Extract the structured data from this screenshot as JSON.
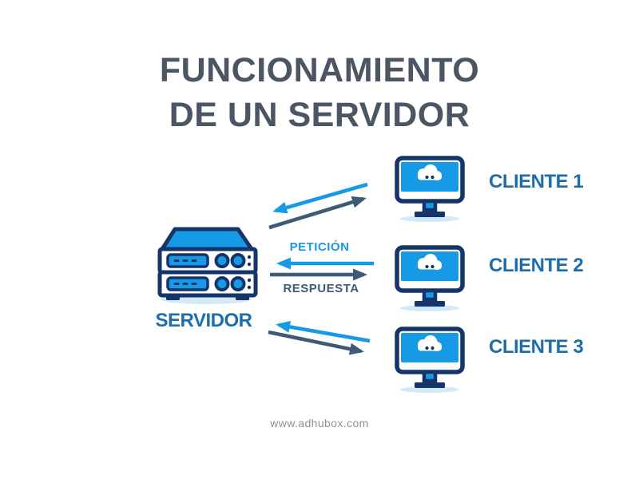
{
  "title": {
    "line1": "FUNCIONAMIENTO",
    "line2": "DE UN SERVIDOR"
  },
  "server": {
    "label": "SERVIDOR",
    "icon": "server-rack-icon"
  },
  "clients": [
    {
      "label": "CLIENTE 1",
      "icon": "cloud-monitor-icon"
    },
    {
      "label": "CLIENTE 2",
      "icon": "cloud-monitor-icon"
    },
    {
      "label": "CLIENTE 3",
      "icon": "cloud-monitor-icon"
    }
  ],
  "flow": {
    "request_label": "PETICIÓN",
    "request_direction": "client-to-server",
    "response_label": "RESPUESTA",
    "response_direction": "server-to-client"
  },
  "footer": {
    "url": "www.adhubox.com"
  },
  "colors": {
    "background": "#ffffff",
    "title_text": "#4b5564",
    "bright_blue": "#179ae5",
    "navy_outline": "#153469",
    "slate_arrow": "#3e5a74",
    "label_blue": "#1d6dab",
    "footer_gray": "#8d919b",
    "shadow_blue": "#d3e9f7"
  }
}
